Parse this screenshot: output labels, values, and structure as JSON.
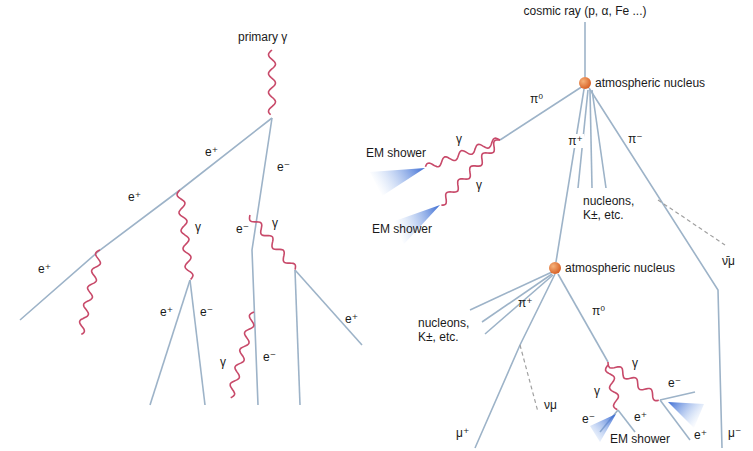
{
  "diagram": {
    "nodes": [
      {
        "text": [
          "atmospheric nucleus"
        ]
      },
      {
        "text": [
          "atmospheric nucleus"
        ]
      }
    ],
    "edges": [
      {
        "from": 0,
        "to": 1,
        "arrow": "none",
        "label": "π⁺"
      }
    ],
    "labels": [
      "primary γ",
      "e⁺",
      "e⁻",
      "e⁺",
      "γ",
      "e⁻",
      "γ",
      "e⁺",
      "e⁺",
      "e⁻",
      "γ",
      "e⁻",
      "e⁺",
      "cosmic ray (p, α, Fe ...)",
      "π⁰",
      "γ",
      "γ",
      "EM shower",
      "EM shower",
      "nucleons, K±, etc.",
      "π⁻",
      "ν̄μ",
      "μ⁻",
      "nucleons, K±, etc.",
      "π⁺",
      "νμ",
      "μ⁺",
      "π⁰",
      "γ",
      "e⁻",
      "e⁺",
      "γ",
      "e⁻",
      "e⁺",
      "EM shower"
    ]
  }
}
